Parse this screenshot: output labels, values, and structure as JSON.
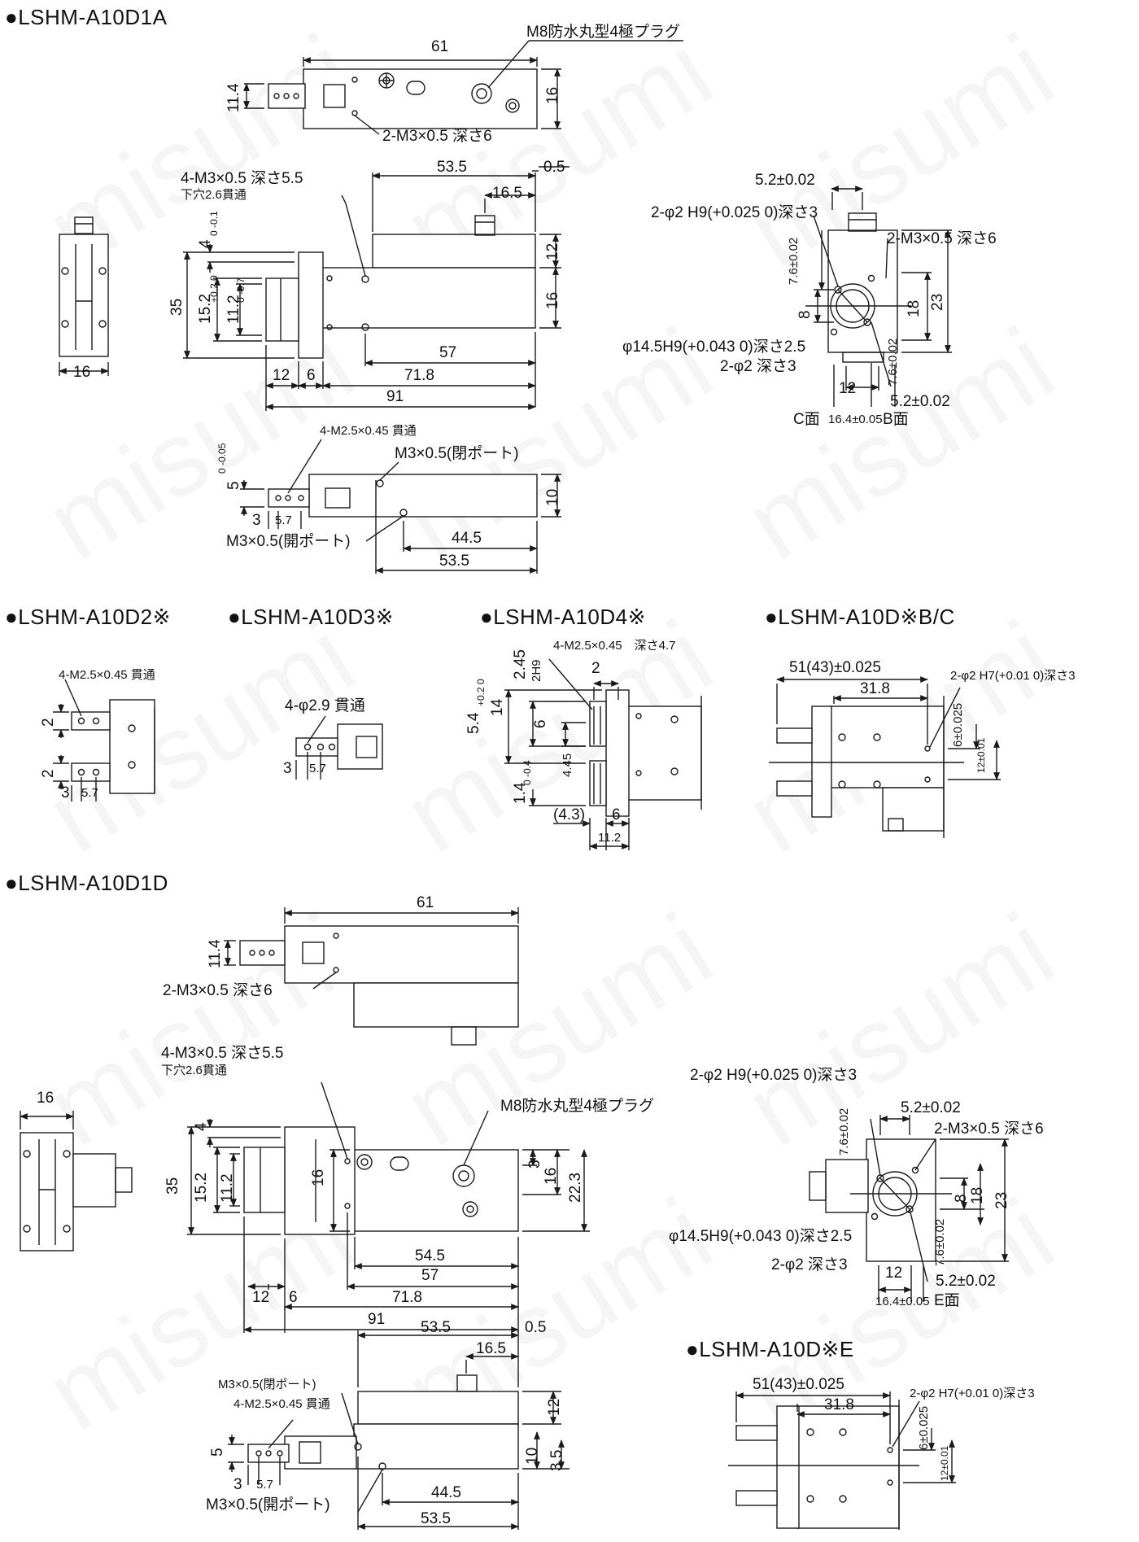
{
  "watermark": "misumi",
  "titles": {
    "a1a": "LSHM-A10D1A",
    "d2": "LSHM-A10D2※",
    "d3": "LSHM-A10D3※",
    "d4": "LSHM-A10D4※",
    "bc": "LSHM-A10D※B/C",
    "d1d": "LSHM-A10D1D",
    "e": "LSHM-A10D※E"
  },
  "bullet": "●",
  "colors": {
    "line": "#1a1a1a",
    "fill": "#ffffff",
    "text": "#111111"
  },
  "a1a": {
    "top": {
      "w61": "61",
      "plug": "M8防水丸型4極プラグ",
      "h114": "11.4",
      "h16": "16",
      "m3": "2-M3×0.5 深さ6"
    },
    "side": {
      "m3": "4-M3×0.5 深さ5.5",
      "shita": "下穴2.6貫通",
      "d535": "53.5",
      "d05": "0.5",
      "d165": "16.5",
      "d4": "4",
      "d4tol": "0",
      "d4tol2": "-0.1",
      "d12": "12",
      "d16": "16",
      "d35": "35",
      "d152": "15.2",
      "d152tol": "+0.2",
      "d152tol2": "0",
      "d112": "11.2",
      "d112tol": "0",
      "d112tol2": "-0.7",
      "d57": "57",
      "d718": "71.8",
      "d91": "91",
      "d12b": "12",
      "d6": "6"
    },
    "left": {
      "d16": "16"
    },
    "right": {
      "d52": "5.2±0.02",
      "phi2": "2-φ2 H9(+0.025 0)深さ3",
      "m3": "2-M3×0.5 深さ6",
      "d76": "7.6±0.02",
      "d8": "8",
      "d18": "18",
      "d23": "23",
      "phi145": "φ14.5H9(+0.043 0)深さ2.5",
      "phi2b": "2-φ2 深さ3",
      "d76b": "7.6±0.02",
      "d12": "12",
      "d52b": "5.2±0.02",
      "cmen": "C面",
      "d164": "16.4±0.05",
      "bmen": "B面"
    },
    "bottom": {
      "m25": "4-M2.5×0.45 貫通",
      "m3close": "M3×0.5(閉ポート)",
      "d5": "5",
      "d5tol": "0",
      "d5tol2": "-0.05",
      "d10": "10",
      "d3": "3",
      "d57": "5.7",
      "m3open": "M3×0.5(開ポート)",
      "d445": "44.5",
      "d535": "53.5"
    }
  },
  "d2": {
    "m25": "4-M2.5×0.45 貫通",
    "d2a": "2",
    "d2b": "2",
    "d3": "3",
    "d57": "5.7"
  },
  "d3": {
    "phi29": "4-φ2.9 貫通",
    "d3": "3",
    "d57": "5.7"
  },
  "d4": {
    "m25": "4-M2.5×0.45　深さ4.7",
    "d245": "2.45",
    "d2h9": "2H9",
    "d2": "2",
    "d54": "5.4",
    "d54tol": "+0.2 0",
    "d14": "14",
    "d6": "6",
    "d445": "4.45",
    "d14b": "1.4",
    "d14btol": "0 -0.4",
    "d43": "(4.3)",
    "d6b": "6",
    "d112": "11.2"
  },
  "bc": {
    "d51": "51(43)±0.025",
    "d318": "31.8",
    "phi2": "2-φ2 H7(+0.01 0)深さ3",
    "d6": "6±0.025",
    "d12": "12±0.01"
  },
  "d1d": {
    "top": {
      "w61": "61",
      "h114": "11.4",
      "m3": "2-M3×0.5 深さ6"
    },
    "left": {
      "d16": "16"
    },
    "side": {
      "m3": "4-M3×0.5 深さ5.5",
      "shita": "下穴2.6貫通",
      "plug": "M8防水丸型4極プラグ",
      "d4": "4",
      "d35": "35",
      "d152": "15.2",
      "d112": "11.2",
      "d16": "16",
      "d3": "3",
      "d16b": "16",
      "d223": "22.3",
      "d545": "54.5",
      "d57": "57",
      "d718": "71.8",
      "d91": "91",
      "d12": "12",
      "d6": "6"
    },
    "right": {
      "phi2": "2-φ2 H9(+0.025 0)深さ3",
      "d52": "5.2±0.02",
      "m3": "2-M3×0.5 深さ6",
      "d76": "7.6±0.02",
      "d8": "8",
      "d18": "18",
      "d23": "23",
      "phi145": "φ14.5H9(+0.043 0)深さ2.5",
      "phi2b": "2-φ2 深さ3",
      "d76b": "7.6±0.02",
      "d12": "12",
      "d52b": "5.2±0.02",
      "d164": "16.4±0.05",
      "emen": "E面"
    },
    "bottom": {
      "d535": "53.5",
      "d05": "0.5",
      "d165": "16.5",
      "m3close": "M3×0.5(閉ポート)",
      "m25": "4-M2.5×0.45 貫通",
      "d12": "12",
      "d5": "5",
      "d10": "10",
      "d35": "3.5",
      "d3": "3",
      "d57": "5.7",
      "m3open": "M3×0.5(開ポート)",
      "d445": "44.5",
      "d535b": "53.5"
    }
  },
  "e": {
    "d51": "51(43)±0.025",
    "d318": "31.8",
    "phi2": "2-φ2 H7(+0.01 0)深さ3",
    "d6": "6±0.025",
    "d12": "12±0.01"
  }
}
